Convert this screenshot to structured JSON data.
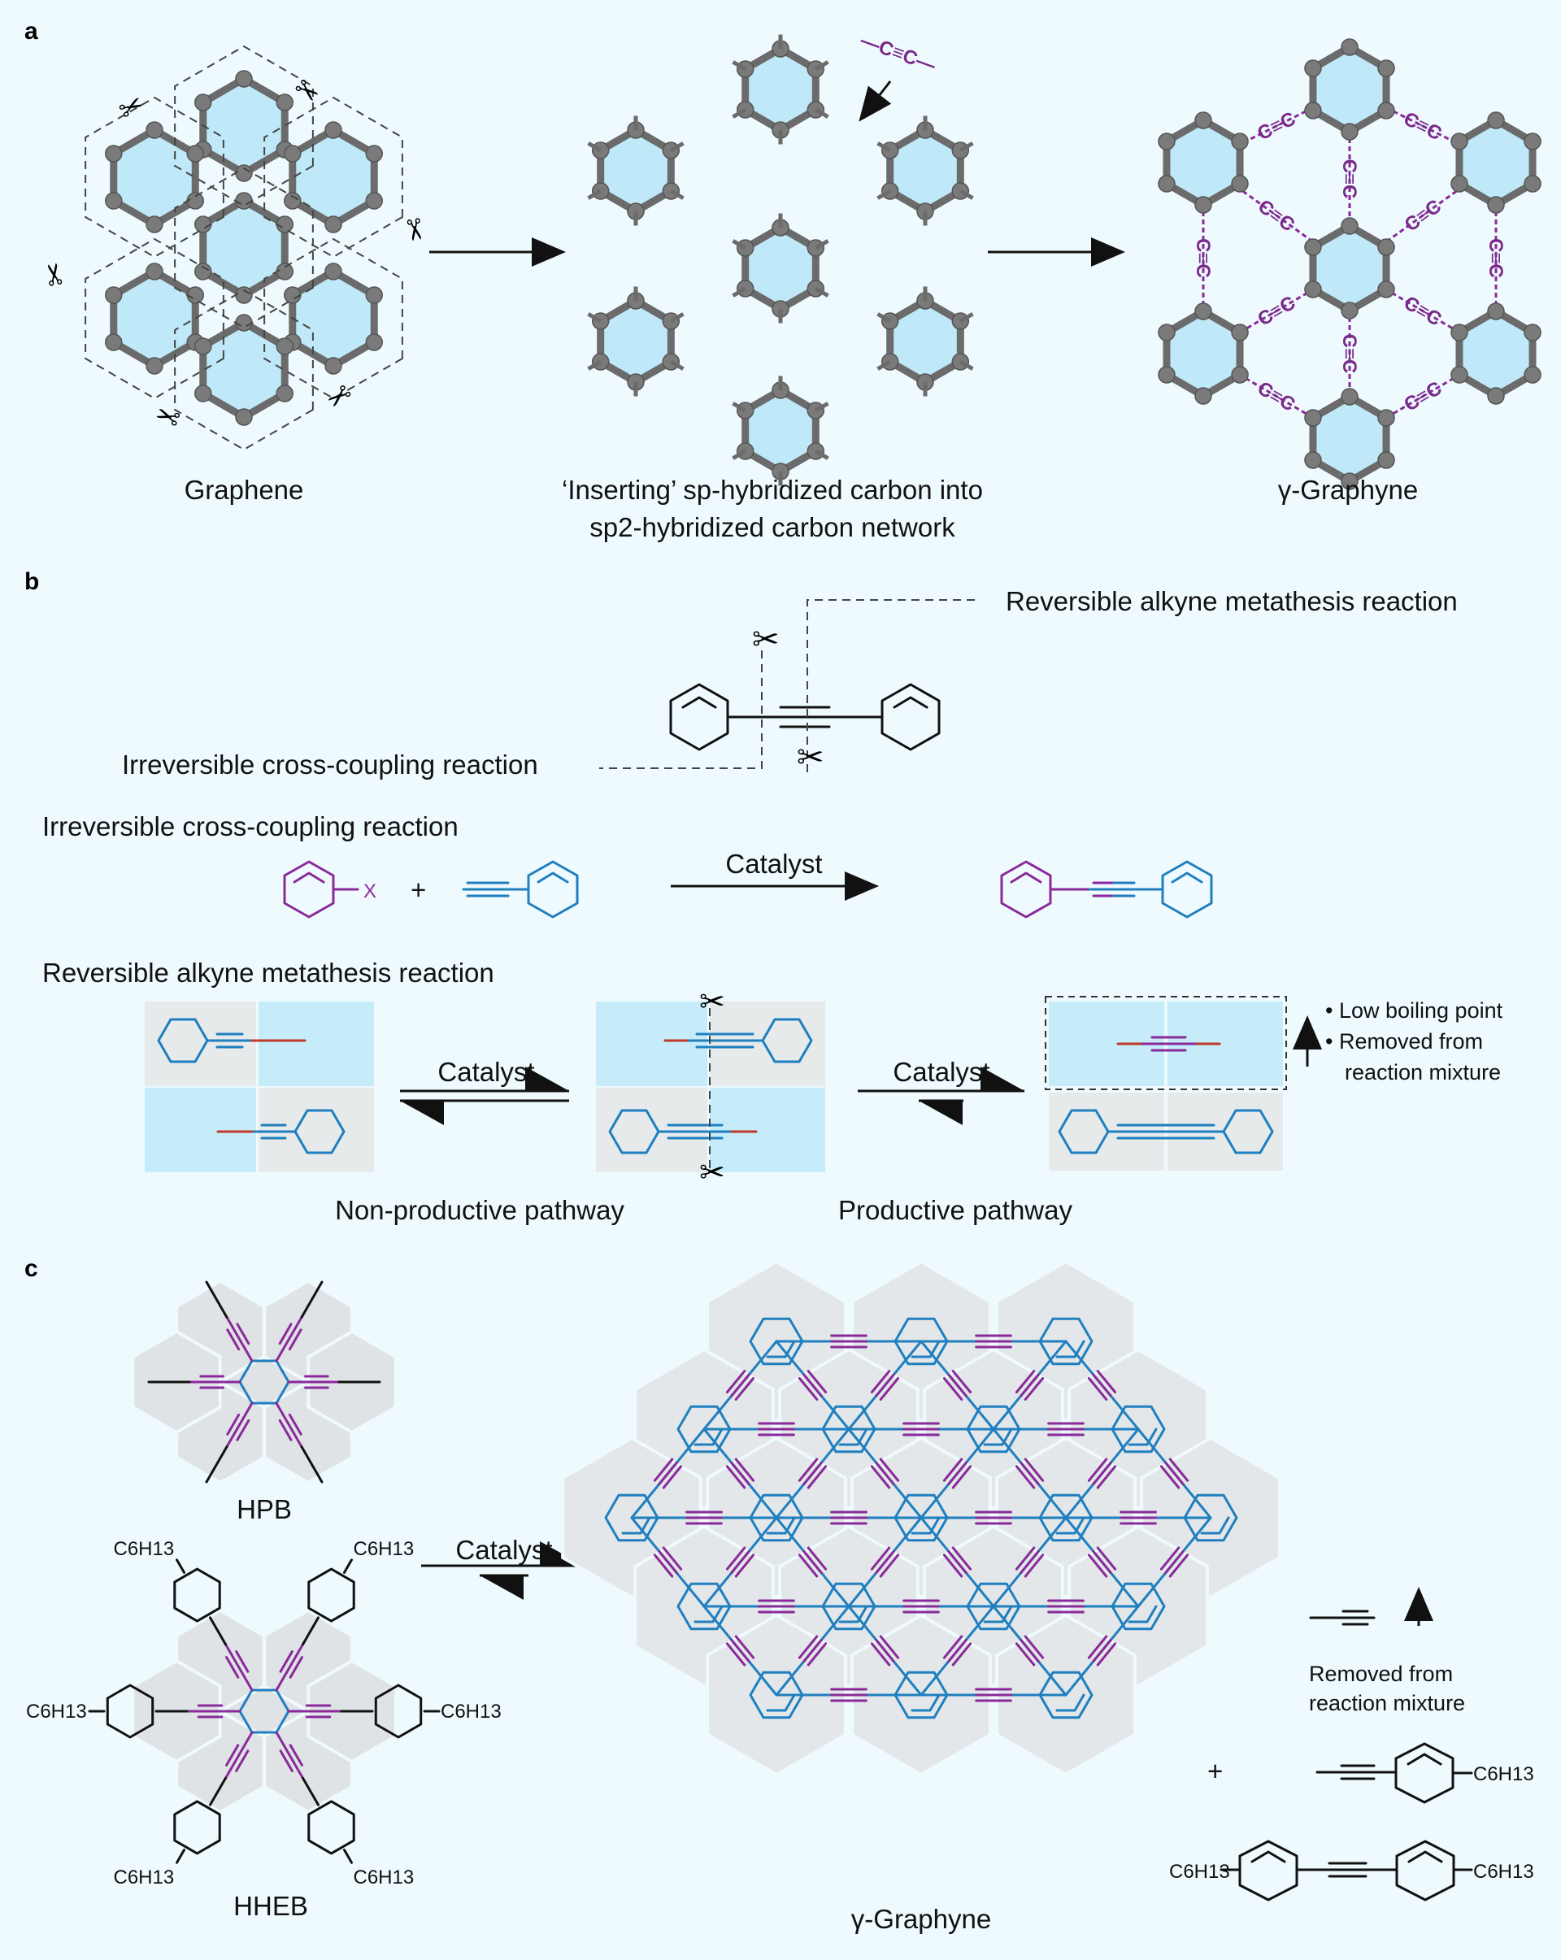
{
  "panels": {
    "a": {
      "letter": "a",
      "graphene_label": "Graphene",
      "middle_label_line1": "‘Inserting’ sp-hybridized carbon into",
      "middle_label_line2": "sp2-hybridized carbon network",
      "graphyne_label": "γ-Graphyne",
      "alkyne_unit": "—C≡C—",
      "link_text": "C≡C"
    },
    "b": {
      "letter": "b",
      "reversible_title": "Reversible alkyne metathesis reaction",
      "irreversible_title": "Irreversible cross-coupling reaction",
      "cross_heading": "Irreversible cross-coupling reaction",
      "halide_x": "X",
      "plus": "+",
      "catalyst": "Catalyst",
      "metathesis_heading": "Reversible alkyne metathesis reaction",
      "catalyst_left": "Catalyst",
      "catalyst_right": "Catalyst",
      "note_1": "• Low boiling point",
      "note_2": "• Removed from",
      "note_3": "reaction mixture",
      "non_productive": "Non-productive pathway",
      "productive": "Productive pathway"
    },
    "c": {
      "letter": "c",
      "hpb_label": "HPB",
      "hheb_label": "HHEB",
      "catalyst": "Catalyst",
      "graphyne_label": "γ-Graphyne",
      "removed_line1": "Removed from",
      "removed_line2": "reaction mixture",
      "plus": "+",
      "substituent": "C6H13"
    }
  },
  "colors": {
    "background": "#eefafd",
    "ring_fill": "#bfe9f8",
    "carbon_atom": "#7a7a7a",
    "alkyne_purple": "#8a2a9a",
    "bond_blue": "#1f7fbf",
    "panel_grey": "#e6eaeb",
    "panel_blue": "#c5ecf8"
  }
}
